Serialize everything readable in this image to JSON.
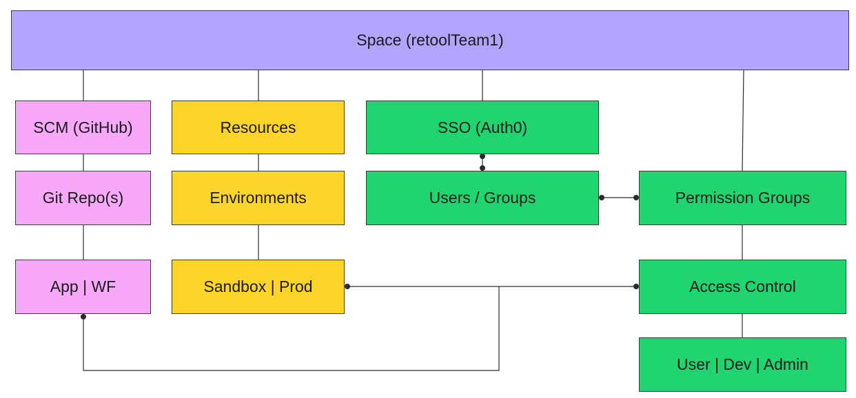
{
  "space": {
    "label": "Space (retoolTeam1)",
    "color": "#b3a4ff"
  },
  "scm": {
    "color": "#f7a8f9",
    "nodes": [
      "SCM (GitHub)",
      "Git Repo(s)",
      "App | WF"
    ]
  },
  "resources": {
    "color": "#fdd42a",
    "nodes": [
      "Resources",
      "Environments",
      "Sandbox | Prod"
    ]
  },
  "auth": {
    "color": "#20d470",
    "sso": "SSO (Auth0)",
    "users_groups": "Users / Groups",
    "permission_groups": "Permission Groups",
    "access_control": "Access Control",
    "roles": "User | Dev | Admin"
  }
}
